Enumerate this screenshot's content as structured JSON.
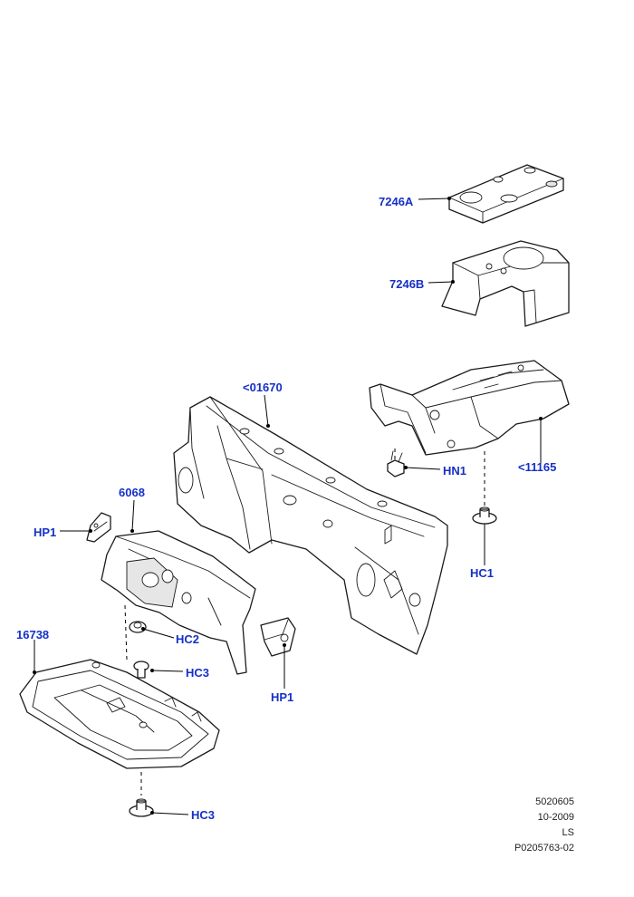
{
  "colors": {
    "callout": "#1530c8",
    "line": "#1a1a1a",
    "text": "#222222"
  },
  "callouts": {
    "c7246A": "7246A",
    "c7246B": "7246B",
    "c01670": "<01670",
    "c11165": "<11165",
    "hn1": "HN1",
    "hc1": "HC1",
    "c6068": "6068",
    "hp1_left": "HP1",
    "hc2": "HC2",
    "hc3_upper": "HC3",
    "hp1_lower": "HP1",
    "c16738": "16738",
    "hc3_lower": "HC3"
  },
  "reference": {
    "number": "5020605",
    "date": "10-2009",
    "code": "LS",
    "part_ref": "P0205763-02"
  }
}
